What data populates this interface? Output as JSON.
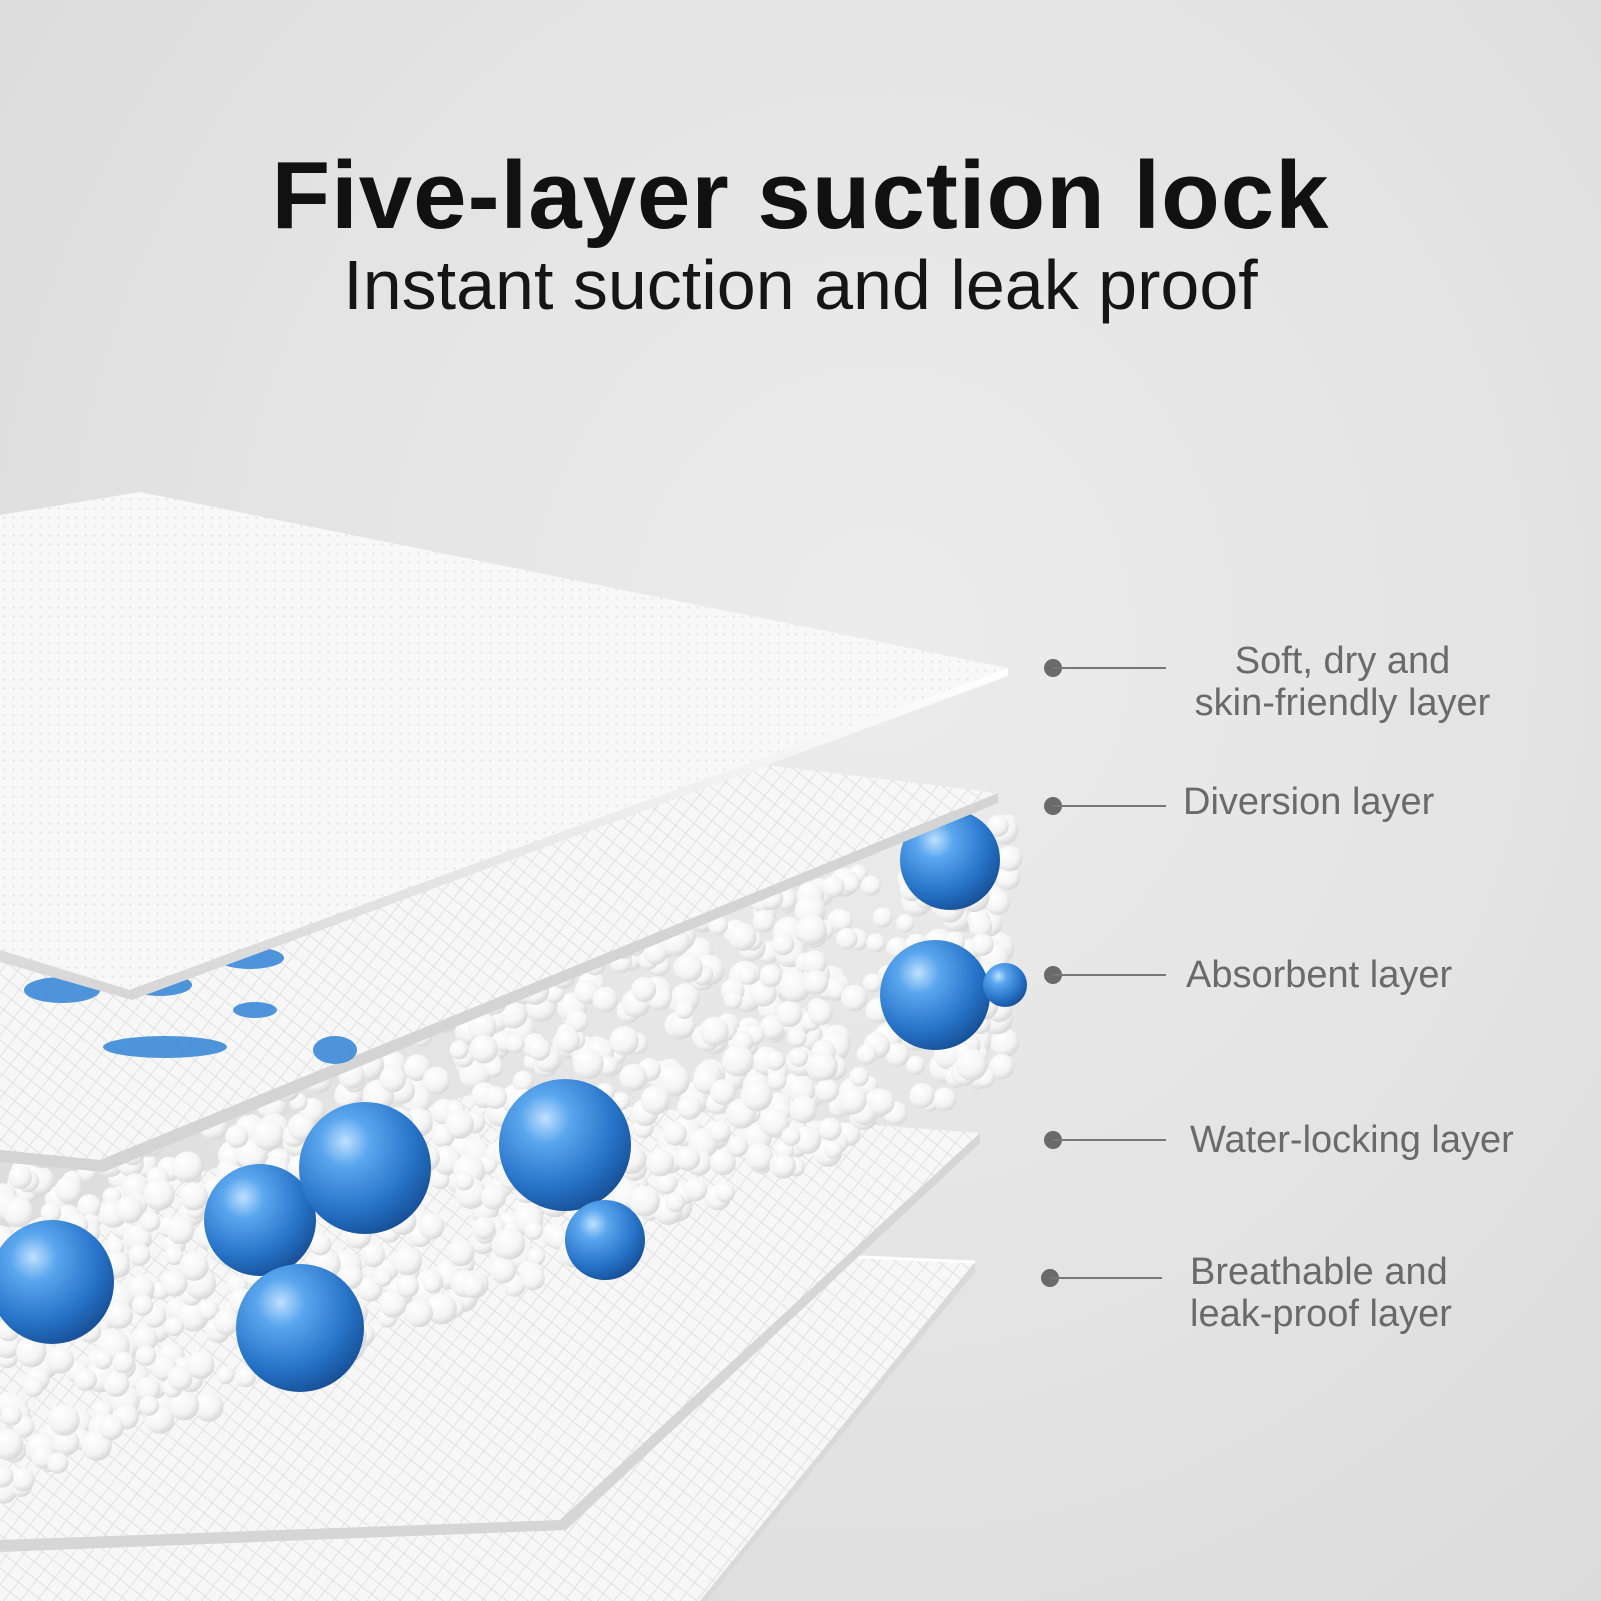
{
  "title": "Five-layer suction lock",
  "subtitle": "Instant suction and leak proof",
  "colors": {
    "background": "#e6e6e6",
    "layer_sheet": "#f7f7f7",
    "absorbent_bead": "#ffffff",
    "liquid_blue": "#2f7fd0",
    "callout_line": "#666666",
    "label_text": "#6a6a6a"
  },
  "layers": [
    {
      "name": "soft-dry-layer",
      "label_line1": "Soft, dry and",
      "label_line2": "skin-friendly layer"
    },
    {
      "name": "diversion-layer",
      "label_line1": "Diversion layer",
      "label_line2": ""
    },
    {
      "name": "absorbent-layer",
      "label_line1": "Absorbent layer",
      "label_line2": ""
    },
    {
      "name": "water-locking-layer",
      "label_line1": "Water-locking layer",
      "label_line2": ""
    },
    {
      "name": "breathable-layer",
      "label_line1": "Breathable and",
      "label_line2": "leak-proof layer"
    }
  ]
}
